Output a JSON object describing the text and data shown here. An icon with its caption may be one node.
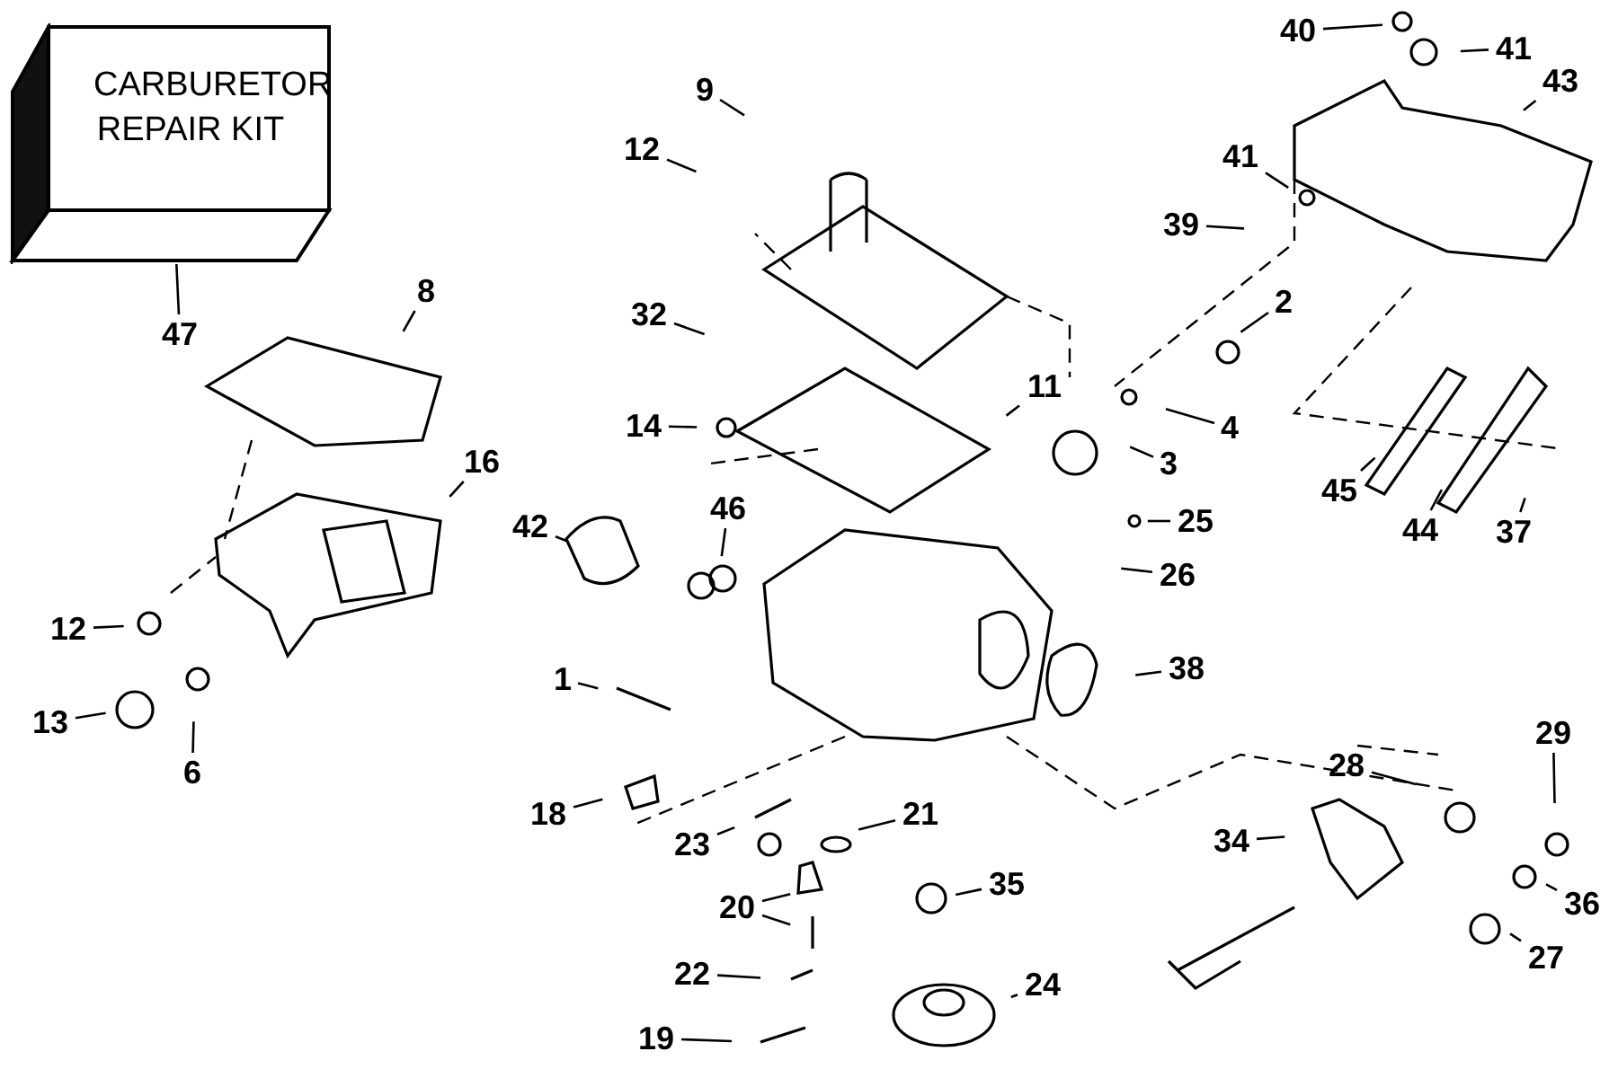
{
  "diagram": {
    "nodes": [
      {
        "text": [
          "CARBURETOR REPAIR KIT"
        ]
      },
      {
        "text": [
          "47"
        ]
      },
      {
        "text": [
          "8"
        ]
      },
      {
        "text": [
          "16"
        ]
      },
      {
        "text": [
          "12"
        ]
      },
      {
        "text": [
          "9"
        ]
      },
      {
        "text": [
          "32"
        ]
      },
      {
        "text": [
          "14"
        ]
      },
      {
        "text": [
          "42"
        ]
      },
      {
        "text": [
          "46"
        ]
      },
      {
        "text": [
          "12"
        ]
      },
      {
        "text": [
          "13"
        ]
      },
      {
        "text": [
          "6"
        ]
      },
      {
        "text": [
          "1"
        ]
      },
      {
        "text": [
          "18"
        ]
      },
      {
        "text": [
          "23"
        ]
      },
      {
        "text": [
          "21"
        ]
      },
      {
        "text": [
          "20"
        ]
      },
      {
        "text": [
          "35"
        ]
      },
      {
        "text": [
          "22"
        ]
      },
      {
        "text": [
          "24"
        ]
      },
      {
        "text": [
          "19"
        ]
      },
      {
        "text": [
          "40"
        ]
      },
      {
        "text": [
          "41"
        ]
      },
      {
        "text": [
          "43"
        ]
      },
      {
        "text": [
          "41"
        ]
      },
      {
        "text": [
          "39"
        ]
      },
      {
        "text": [
          "2"
        ]
      },
      {
        "text": [
          "11"
        ]
      },
      {
        "text": [
          "4"
        ]
      },
      {
        "text": [
          "3"
        ]
      },
      {
        "text": [
          "25"
        ]
      },
      {
        "text": [
          "26"
        ]
      },
      {
        "text": [
          "38"
        ]
      },
      {
        "text": [
          "45"
        ]
      },
      {
        "text": [
          "44"
        ]
      },
      {
        "text": [
          "37"
        ]
      },
      {
        "text": [
          "28"
        ]
      },
      {
        "text": [
          "34"
        ]
      },
      {
        "text": [
          "29"
        ]
      },
      {
        "text": [
          "36"
        ]
      },
      {
        "text": [
          "27"
        ]
      }
    ],
    "edges": [
      {
        "from": 1,
        "to": 0,
        "arrow": "none"
      },
      {
        "from": 2,
        "to": null,
        "arrow": "none"
      },
      {
        "from": 3,
        "to": null,
        "arrow": "none"
      },
      {
        "from": 4,
        "to": null,
        "arrow": "none"
      },
      {
        "from": 5,
        "to": null,
        "arrow": "none"
      },
      {
        "from": 6,
        "to": null,
        "arrow": "none"
      },
      {
        "from": 7,
        "to": null,
        "arrow": "none"
      },
      {
        "from": 8,
        "to": null,
        "arrow": "none"
      },
      {
        "from": 9,
        "to": null,
        "arrow": "none"
      },
      {
        "from": 10,
        "to": null,
        "arrow": "none"
      },
      {
        "from": 11,
        "to": null,
        "arrow": "none"
      },
      {
        "from": 12,
        "to": null,
        "arrow": "none"
      },
      {
        "from": 13,
        "to": null,
        "arrow": "none"
      },
      {
        "from": 14,
        "to": null,
        "arrow": "none"
      },
      {
        "from": 15,
        "to": null,
        "arrow": "none"
      },
      {
        "from": 16,
        "to": null,
        "arrow": "none"
      },
      {
        "from": 17,
        "to": null,
        "arrow": "none"
      },
      {
        "from": 17,
        "to": null,
        "arrow": "none"
      },
      {
        "from": 18,
        "to": null,
        "arrow": "none"
      },
      {
        "from": 19,
        "to": null,
        "arrow": "none"
      },
      {
        "from": 20,
        "to": null,
        "arrow": "none"
      },
      {
        "from": 21,
        "to": null,
        "arrow": "none"
      },
      {
        "from": 22,
        "to": null,
        "arrow": "none"
      },
      {
        "from": 23,
        "to": null,
        "arrow": "none"
      },
      {
        "from": 24,
        "to": null,
        "arrow": "none"
      },
      {
        "from": 25,
        "to": null,
        "arrow": "none"
      },
      {
        "from": 26,
        "to": null,
        "arrow": "none"
      },
      {
        "from": 27,
        "to": null,
        "arrow": "none"
      },
      {
        "from": 28,
        "to": null,
        "arrow": "none"
      },
      {
        "from": 29,
        "to": null,
        "arrow": "none"
      },
      {
        "from": 30,
        "to": null,
        "arrow": "none"
      },
      {
        "from": 31,
        "to": null,
        "arrow": "none"
      },
      {
        "from": 32,
        "to": null,
        "arrow": "none"
      },
      {
        "from": 33,
        "to": null,
        "arrow": "none"
      },
      {
        "from": 34,
        "to": null,
        "arrow": "none"
      },
      {
        "from": 35,
        "to": null,
        "arrow": "none"
      },
      {
        "from": 36,
        "to": null,
        "arrow": "none"
      },
      {
        "from": 37,
        "to": null,
        "arrow": "none"
      },
      {
        "from": 38,
        "to": null,
        "arrow": "none"
      },
      {
        "from": 39,
        "to": null,
        "arrow": "none"
      },
      {
        "from": 40,
        "to": null,
        "arrow": "none"
      },
      {
        "from": 41,
        "to": null,
        "arrow": "none"
      }
    ]
  }
}
